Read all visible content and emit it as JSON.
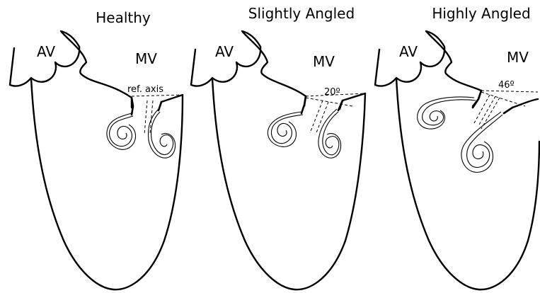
{
  "panels": [
    {
      "title": "Healthy",
      "av_label": "AV",
      "mv_label": "MV",
      "annotation": "ref. axis"
    },
    {
      "title": "Slightly Angled",
      "av_label": "AV",
      "mv_label": "MV",
      "annotation": "20º"
    },
    {
      "title": "Highly Angled",
      "av_label": "AV",
      "mv_label": "MV",
      "annotation": "46º"
    }
  ]
}
